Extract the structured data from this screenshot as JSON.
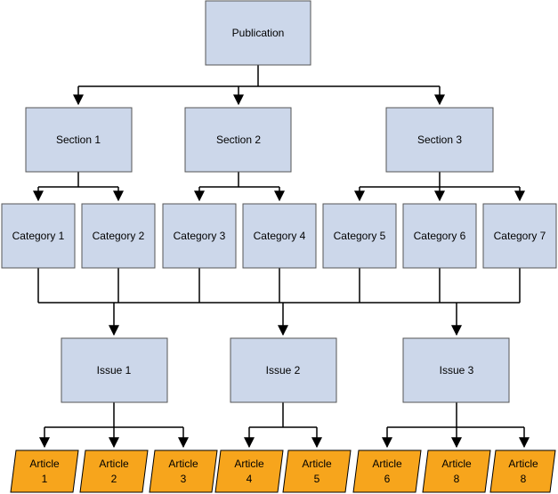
{
  "colors": {
    "box_fill": "#ccd7ea",
    "box_stroke": "#555555",
    "article_fill": "#f7a51c",
    "article_stroke": "#000000",
    "connector": "#000000"
  },
  "publication": {
    "label": "Publication"
  },
  "sections": [
    {
      "label": "Section 1"
    },
    {
      "label": "Section 2"
    },
    {
      "label": "Section 3"
    }
  ],
  "categories": [
    {
      "label": "Category 1"
    },
    {
      "label": "Category 2"
    },
    {
      "label": "Category 3"
    },
    {
      "label": "Category 4"
    },
    {
      "label": "Category 5"
    },
    {
      "label": "Category 6"
    },
    {
      "label": "Category 7"
    }
  ],
  "issues": [
    {
      "label": "Issue 1"
    },
    {
      "label": "Issue 2"
    },
    {
      "label": "Issue 3"
    }
  ],
  "articles": [
    {
      "line1": "Article",
      "line2": "1"
    },
    {
      "line1": "Article",
      "line2": "2"
    },
    {
      "line1": "Article",
      "line2": "3"
    },
    {
      "line1": "Article",
      "line2": "4"
    },
    {
      "line1": "Article",
      "line2": "5"
    },
    {
      "line1": "Article",
      "line2": "6"
    },
    {
      "line1": "Article",
      "line2": "8"
    },
    {
      "line1": "Article",
      "line2": "8"
    }
  ]
}
